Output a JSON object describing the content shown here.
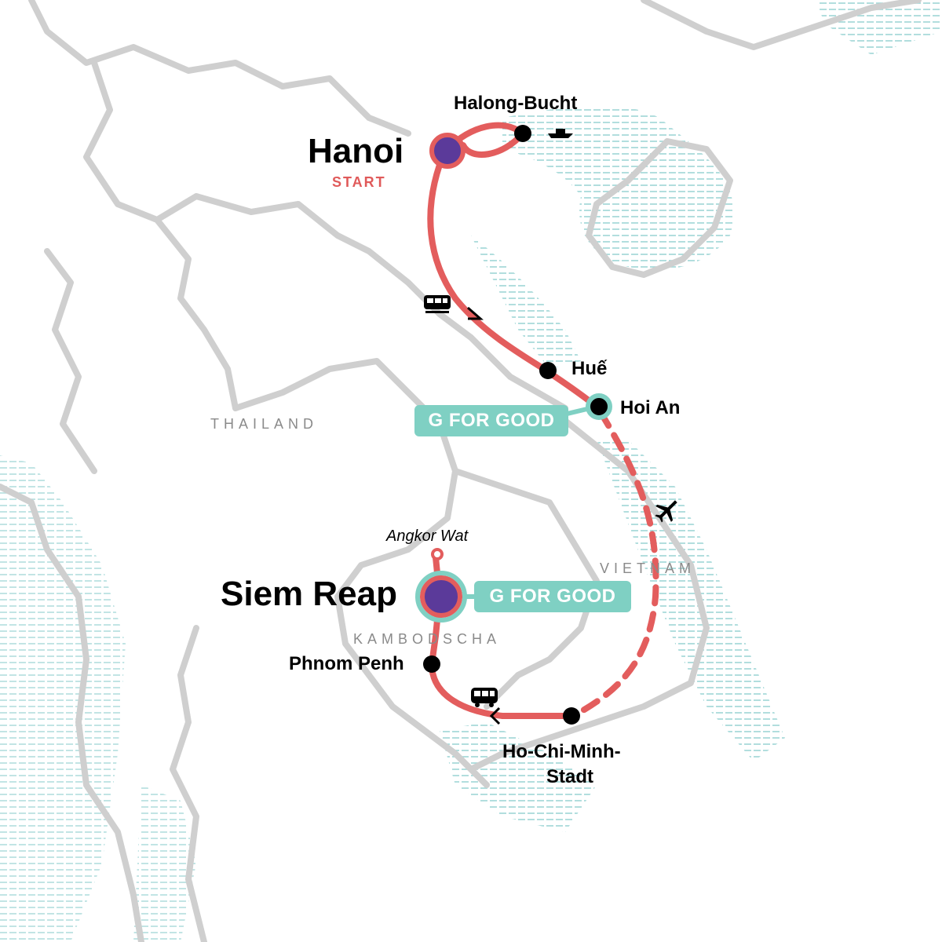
{
  "stops": {
    "hanoi": "Hanoi",
    "hanoi_tag": "START",
    "halong": "Halong-Bucht",
    "hue": "Huế",
    "hoi_an": "Hoi An",
    "siem_reap": "Siem Reap",
    "angkor": "Angkor Wat",
    "phnom_penh": "Phnom Penh",
    "hcmc_line1": "Ho-Chi-Minh-",
    "hcmc_line2": "Stadt"
  },
  "countries": {
    "thailand": "THAILAND",
    "vietnam": "VIETNAM",
    "cambodia": "KAMBODSCHA"
  },
  "badges": {
    "hoi_an": "G FOR GOOD",
    "siem_reap": "G FOR GOOD"
  },
  "icons": {
    "boat": "boat-icon",
    "train": "train-icon",
    "plane": "plane-icon",
    "bus": "bus-icon"
  },
  "colors": {
    "route": "#e35d5d",
    "start_fill": "#5b3a9a",
    "g_for_good": "#7fd0c3",
    "border": "#cfcfcf",
    "water_hatch": "#9fd6d6"
  }
}
